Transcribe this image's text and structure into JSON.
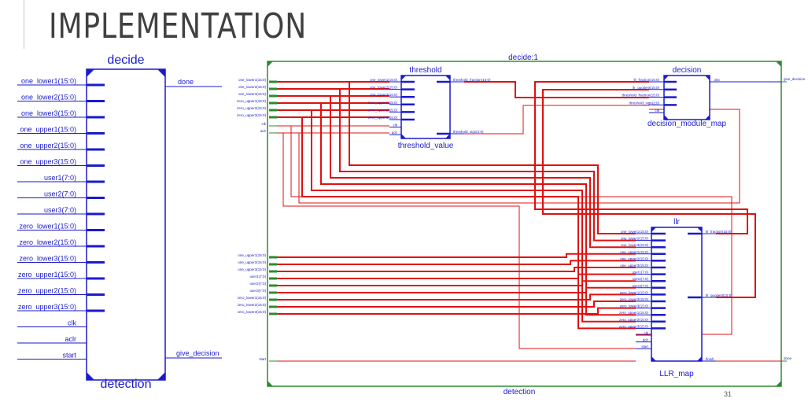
{
  "slide": {
    "title": "IMPLEMENTATION",
    "page_number": "31"
  },
  "symbol": {
    "top_label": "decide",
    "bottom_label": "detection",
    "inputs": [
      "one_lower1(15:0)",
      "one_lower2(15:0)",
      "one_lower3(15:0)",
      "one_upper1(15:0)",
      "one_upper2(15:0)",
      "one_upper3(15:0)",
      "user1(7:0)",
      "user2(7:0)",
      "user3(7:0)",
      "zero_lower1(15:0)",
      "zero_lower2(15:0)",
      "zero_lower3(15:0)",
      "zero_upper1(15:0)",
      "zero_upper2(15:0)",
      "zero_upper3(15:0)",
      "clk",
      "aclr",
      "start"
    ],
    "outputs": [
      "done",
      "give_decision"
    ]
  },
  "schematic": {
    "frame_top_label": "decide:1",
    "frame_bottom_label": "detection",
    "threshold_block": {
      "name": "threshold",
      "instance": "threshold_value",
      "inputs": [
        "one_lower1(15:0)",
        "one_lower2(15:0)",
        "one_lower3(15:0)",
        "zero_upper1(15:0)",
        "zero_upper2(15:0)",
        "zero_upper3(15:0)",
        "clk",
        "aclr"
      ],
      "outputs": [
        "threshold_fraction(15:0)",
        "threshold_sign(2:0)"
      ]
    },
    "decision_block": {
      "name": "decision",
      "instance": "decision_module_map",
      "inputs": [
        "llr_fraction(15:0)",
        "llr_quotient(15:0)",
        "threshold_fraction(15:0)",
        "threshold_sign(2:0)",
        "clk"
      ],
      "outputs": [
        "dec"
      ]
    },
    "llr_block": {
      "name": "llr",
      "instance": "LLR_map",
      "inputs": [
        "one_lower1(15:0)",
        "one_lower2(15:0)",
        "one_lower3(15:0)",
        "one_upper1(15:0)",
        "one_upper2(15:0)",
        "one_upper3(15:0)",
        "user1(7:0)",
        "user2(7:0)",
        "user3(7:0)",
        "zero_lower1(15:0)",
        "zero_lower2(15:0)",
        "zero_lower3(15:0)",
        "zero_upper1(15:0)",
        "zero_upper2(15:0)",
        "zero_upper3(15:0)",
        "clk",
        "aclr",
        "start"
      ],
      "outputs": [
        "llr_fraction(15:0)",
        "llr_quotient(15:0)",
        "finish"
      ]
    },
    "left_ports_top": [
      "one_lower1(15:0)",
      "one_lower2(15:0)",
      "one_lower3(15:0)",
      "zero_upper1(15:0)",
      "zero_upper2(15:0)",
      "zero_upper3(15:0)"
    ],
    "left_ports_mid": [
      "one_upper1(15:0)",
      "one_upper2(15:0)",
      "one_upper3(15:0)",
      "user1(7:0)",
      "user2(7:0)",
      "user3(7:0)",
      "zero_lower1(15:0)",
      "zero_lower2(15:0)",
      "zero_lower3(15:0)"
    ],
    "left_port_start": "start",
    "right_port_give": "give_decision",
    "right_port_done": "done"
  },
  "colors": {
    "schematic_blue": "#1a1acc",
    "wire_red": "#e01010",
    "frame_green": "#2e8b2e",
    "title_gray": "#404040"
  }
}
